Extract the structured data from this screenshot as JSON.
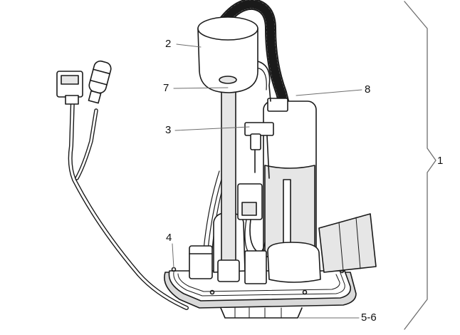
{
  "callouts": {
    "c1": "1",
    "c2": "2",
    "c3": "3",
    "c4": "4",
    "c56": "5-6",
    "c7": "7",
    "c8": "8"
  },
  "colors": {
    "line": "#1a1a1a",
    "fill_light": "#ffffff",
    "fill_gray": "#e6e6e6",
    "fill_mid": "#cfcfcf",
    "leader": "#6e6e6e"
  }
}
